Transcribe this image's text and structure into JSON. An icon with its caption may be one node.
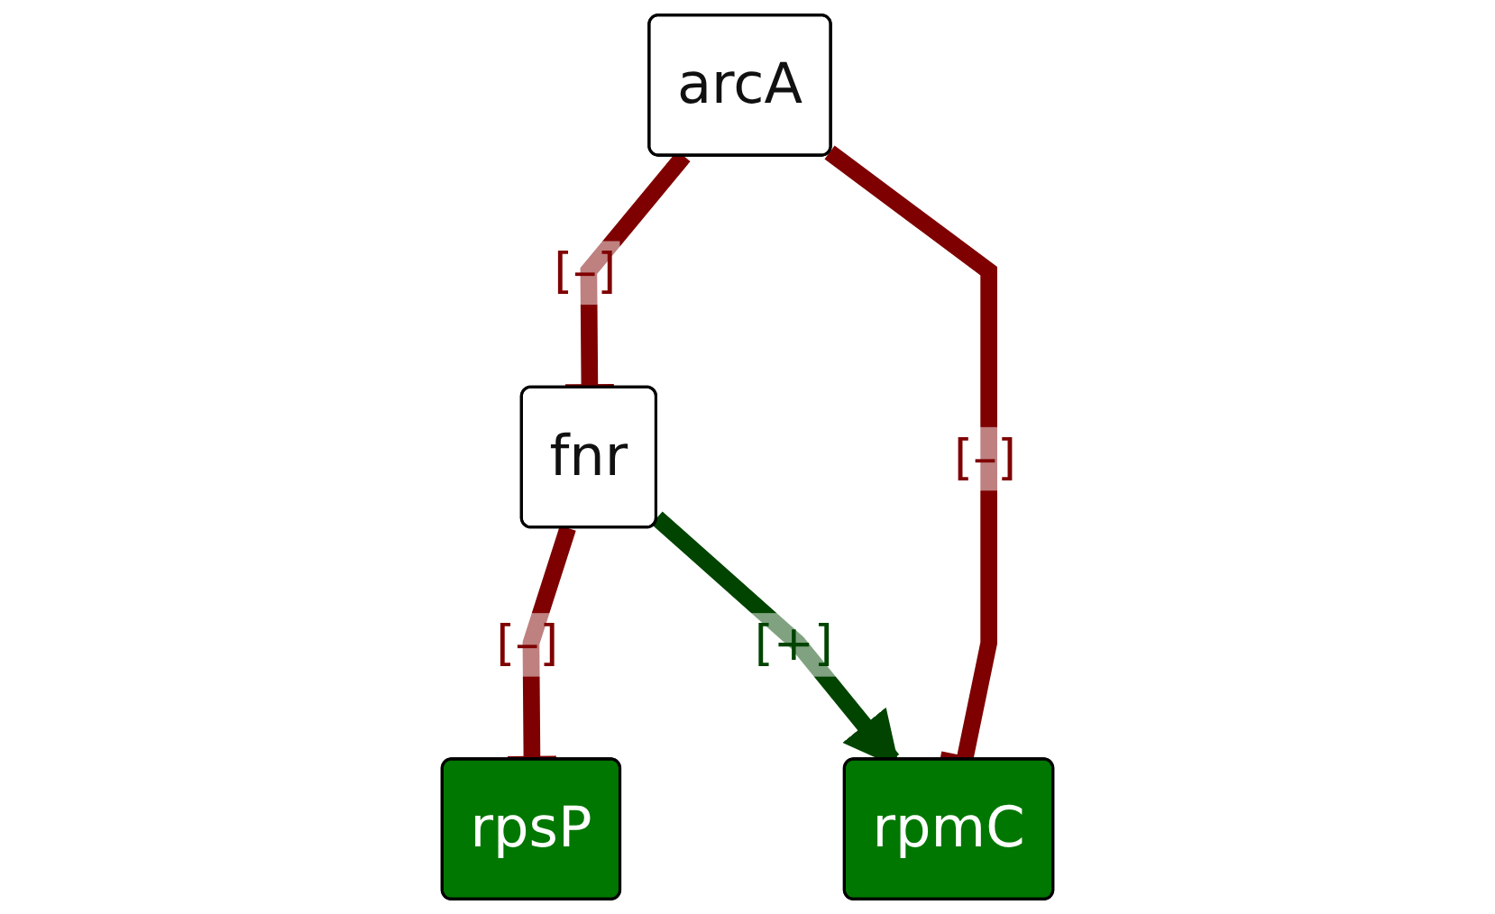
{
  "diagram": {
    "nodes": [
      {
        "text": [
          "arcA"
        ]
      },
      {
        "text": [
          "fnr"
        ]
      },
      {
        "text": [
          "rpsP"
        ]
      },
      {
        "text": [
          "rpmC"
        ]
      }
    ],
    "edges": [
      {
        "from": 0,
        "to": 1,
        "arrow": "other",
        "label": "[–]",
        "color": "#7f0000"
      },
      {
        "from": 0,
        "to": 3,
        "arrow": "other",
        "label": "[–]",
        "color": "#7f0000"
      },
      {
        "from": 1,
        "to": 2,
        "arrow": "other",
        "label": "[–]",
        "color": "#7f0000"
      },
      {
        "from": 1,
        "to": 3,
        "arrow": "to",
        "label": "[+]",
        "color": "#004400"
      }
    ]
  }
}
